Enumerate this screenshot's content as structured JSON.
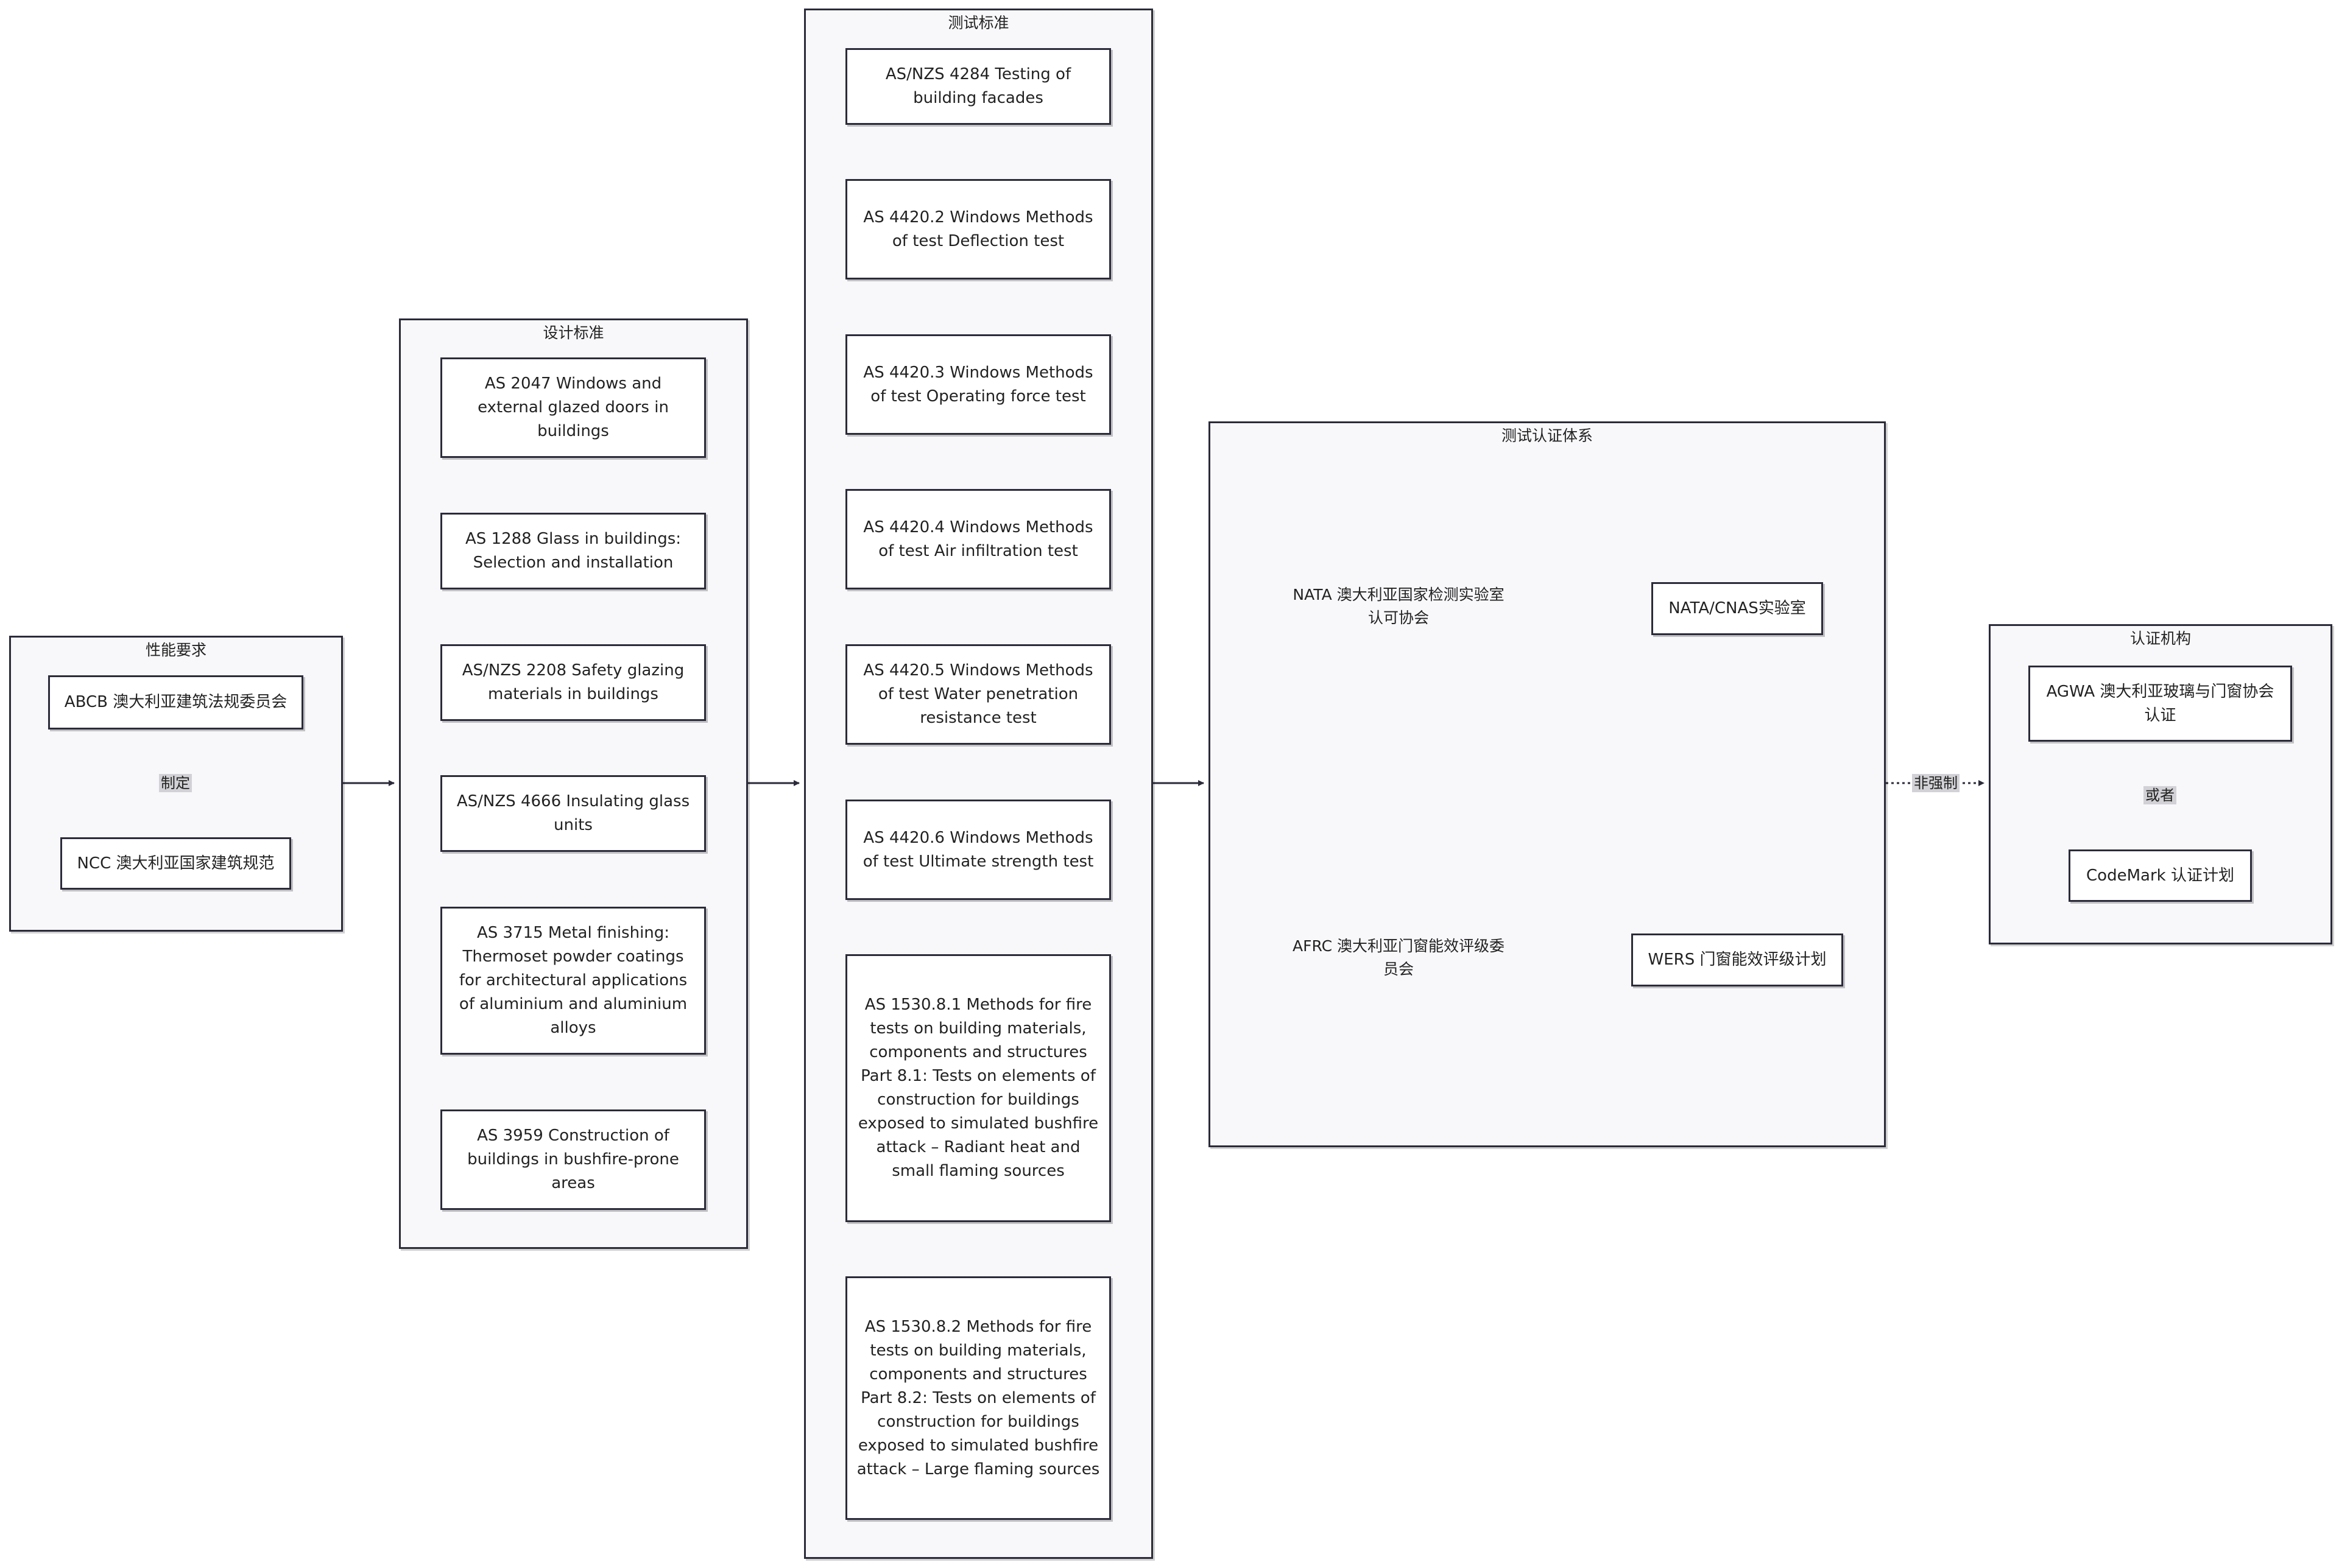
{
  "groups": {
    "performance": {
      "title": "性能要求"
    },
    "design": {
      "title": "设计标准"
    },
    "testing": {
      "title": "测试标准"
    },
    "cert_system": {
      "title": "测试认证体系"
    },
    "cert_body": {
      "title": "认证机构"
    }
  },
  "nodes": {
    "abcb": "ABCB 澳大利亚建筑法规委员会",
    "ncc": "NCC 澳大利亚国家建筑规范",
    "as2047": "AS 2047 Windows and external glazed doors in buildings",
    "as1288": "AS 1288 Glass in buildings: Selection and installation",
    "as2208": "AS/NZS 2208 Safety glazing materials in buildings",
    "as4666": "AS/NZS 4666 Insulating glass units",
    "as3715": "AS 3715 Metal finishing: Thermoset powder coatings for architectural applications of aluminium and aluminium alloys",
    "as3959": "AS 3959 Construction of buildings in bushfire-prone areas",
    "as4284": "AS/NZS 4284 Testing of building facades",
    "as44202": "AS 4420.2 Windows Methods of test Deflection test",
    "as44203": "AS 4420.3 Windows Methods of test Operating force test",
    "as44204": "AS 4420.4 Windows Methods of test Air infiltration test",
    "as44205": "AS 4420.5 Windows Methods of test Water penetration resistance test",
    "as44206": "AS 4420.6 Windows Methods of test Ultimate strength test",
    "as153081": "AS 1530.8.1 Methods for fire tests on building materials, components and structures Part 8.1: Tests on elements of construction for buildings exposed to simulated bushfire attack – Radiant heat and small flaming sources",
    "as153082": "AS 1530.8.2 Methods for fire tests on building materials, components and structures Part 8.2: Tests on elements of construction for buildings exposed to simulated bushfire attack – Large flaming sources",
    "nata": "NATA 澳大利亚国家检测实验室认可协会",
    "nata_cnas": "NATA/CNAS实验室",
    "afrc": "AFRC 澳大利亚门窗能效评级委员会",
    "wers": "WERS 门窗能效评级计划",
    "agwa": "AGWA 澳大利亚玻璃与门窗协会认证",
    "codemark": "CodeMark 认证计划"
  },
  "edge_labels": {
    "formulate": "制定",
    "non_mandatory": "非强制",
    "or": "或者"
  },
  "colors": {
    "stroke": "#2b2b3a",
    "group_fill": "#f8f8fb",
    "node_fill": "#ffffff",
    "label_bg": "#d2d2d6"
  }
}
